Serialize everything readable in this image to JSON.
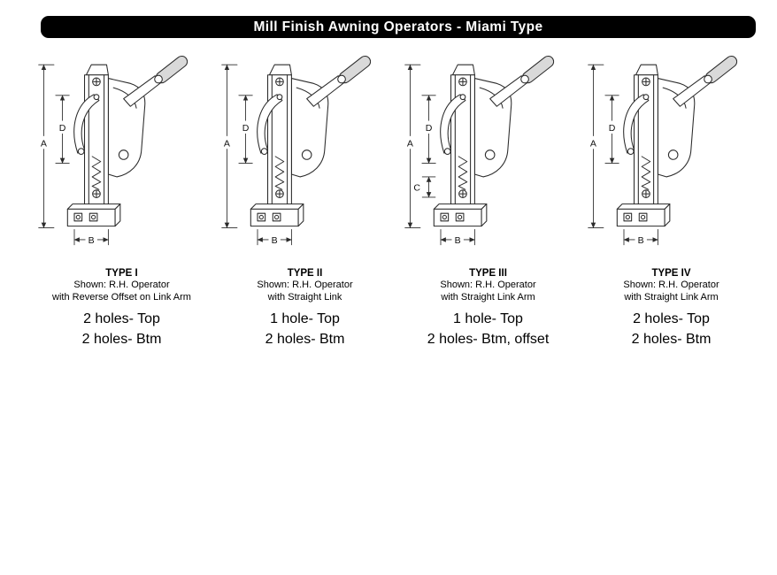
{
  "header": {
    "title": "Mill Finish Awning Operators - Miami Type",
    "bar_color": "#000000",
    "text_color": "#ffffff"
  },
  "dims": {
    "a": "A",
    "b": "B",
    "c": "C",
    "d": "D"
  },
  "types": [
    {
      "name": "TYPE I",
      "shown_line1": "Shown: R.H. Operator",
      "shown_line2": "with Reverse Offset on Link Arm",
      "holes_top": "2 holes- Top",
      "holes_btm": "2 holes- Btm"
    },
    {
      "name": "TYPE II",
      "shown_line1": "Shown: R.H. Operator",
      "shown_line2": "with Straight Link",
      "holes_top": "1 hole- Top",
      "holes_btm": "2 holes- Btm"
    },
    {
      "name": "TYPE III",
      "shown_line1": "Shown: R.H. Operator",
      "shown_line2": "with Straight Link Arm",
      "holes_top": "1 hole- Top",
      "holes_btm": "2 holes- Btm, offset"
    },
    {
      "name": "TYPE IV",
      "shown_line1": "Shown: R.H. Operator",
      "shown_line2": "with Straight Link Arm",
      "holes_top": "2 holes- Top",
      "holes_btm": "2 holes- Btm"
    }
  ]
}
